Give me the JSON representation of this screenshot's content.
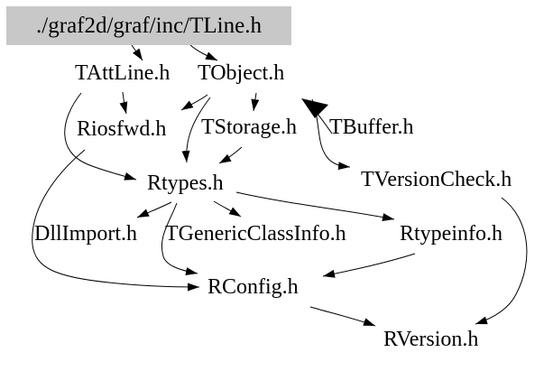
{
  "diagram": {
    "type": "include-dependency-graph",
    "root": {
      "label": "./graf2d/graf/inc/TLine.h"
    },
    "nodes": {
      "tline": {
        "label": "./graf2d/graf/inc/TLine.h"
      },
      "tattline": {
        "label": "TAttLine.h"
      },
      "tobject": {
        "label": "TObject.h"
      },
      "riosfwd": {
        "label": "Riosfwd.h"
      },
      "tstorage": {
        "label": "TStorage.h"
      },
      "tbuffer": {
        "label": "TBuffer.h"
      },
      "rtypes": {
        "label": "Rtypes.h"
      },
      "tversioncheck": {
        "label": "TVersionCheck.h"
      },
      "dllimport": {
        "label": "DllImport.h"
      },
      "tgenericclassinfo": {
        "label": "TGenericClassInfo.h"
      },
      "rtypeinfo": {
        "label": "Rtypeinfo.h"
      },
      "rconfig": {
        "label": "RConfig.h"
      },
      "rversion": {
        "label": "RVersion.h"
      }
    },
    "edges": [
      {
        "from": "TLine.h",
        "to": "TAttLine.h"
      },
      {
        "from": "TLine.h",
        "to": "TObject.h"
      },
      {
        "from": "TAttLine.h",
        "to": "Riosfwd.h"
      },
      {
        "from": "TAttLine.h",
        "to": "Rtypes.h"
      },
      {
        "from": "TObject.h",
        "to": "Riosfwd.h"
      },
      {
        "from": "TObject.h",
        "to": "Rtypes.h"
      },
      {
        "from": "TObject.h",
        "to": "TStorage.h"
      },
      {
        "from": "TObject.h",
        "to": "TVersionCheck.h"
      },
      {
        "from": "TBuffer.h",
        "to": "TObject.h"
      },
      {
        "from": "TStorage.h",
        "to": "Rtypes.h"
      },
      {
        "from": "Rtypes.h",
        "to": "DllImport.h"
      },
      {
        "from": "Rtypes.h",
        "to": "TGenericClassInfo.h"
      },
      {
        "from": "Rtypes.h",
        "to": "Rtypeinfo.h"
      },
      {
        "from": "Rtypes.h",
        "to": "RConfig.h"
      },
      {
        "from": "Riosfwd.h",
        "to": "RConfig.h"
      },
      {
        "from": "Rtypeinfo.h",
        "to": "RConfig.h"
      },
      {
        "from": "RConfig.h",
        "to": "RVersion.h"
      },
      {
        "from": "TVersionCheck.h",
        "to": "RVersion.h"
      }
    ],
    "colors": {
      "root_node_background": "#c8c8c8",
      "edge": "#000000",
      "text": "#000000",
      "page_background": "#ffffff"
    }
  }
}
